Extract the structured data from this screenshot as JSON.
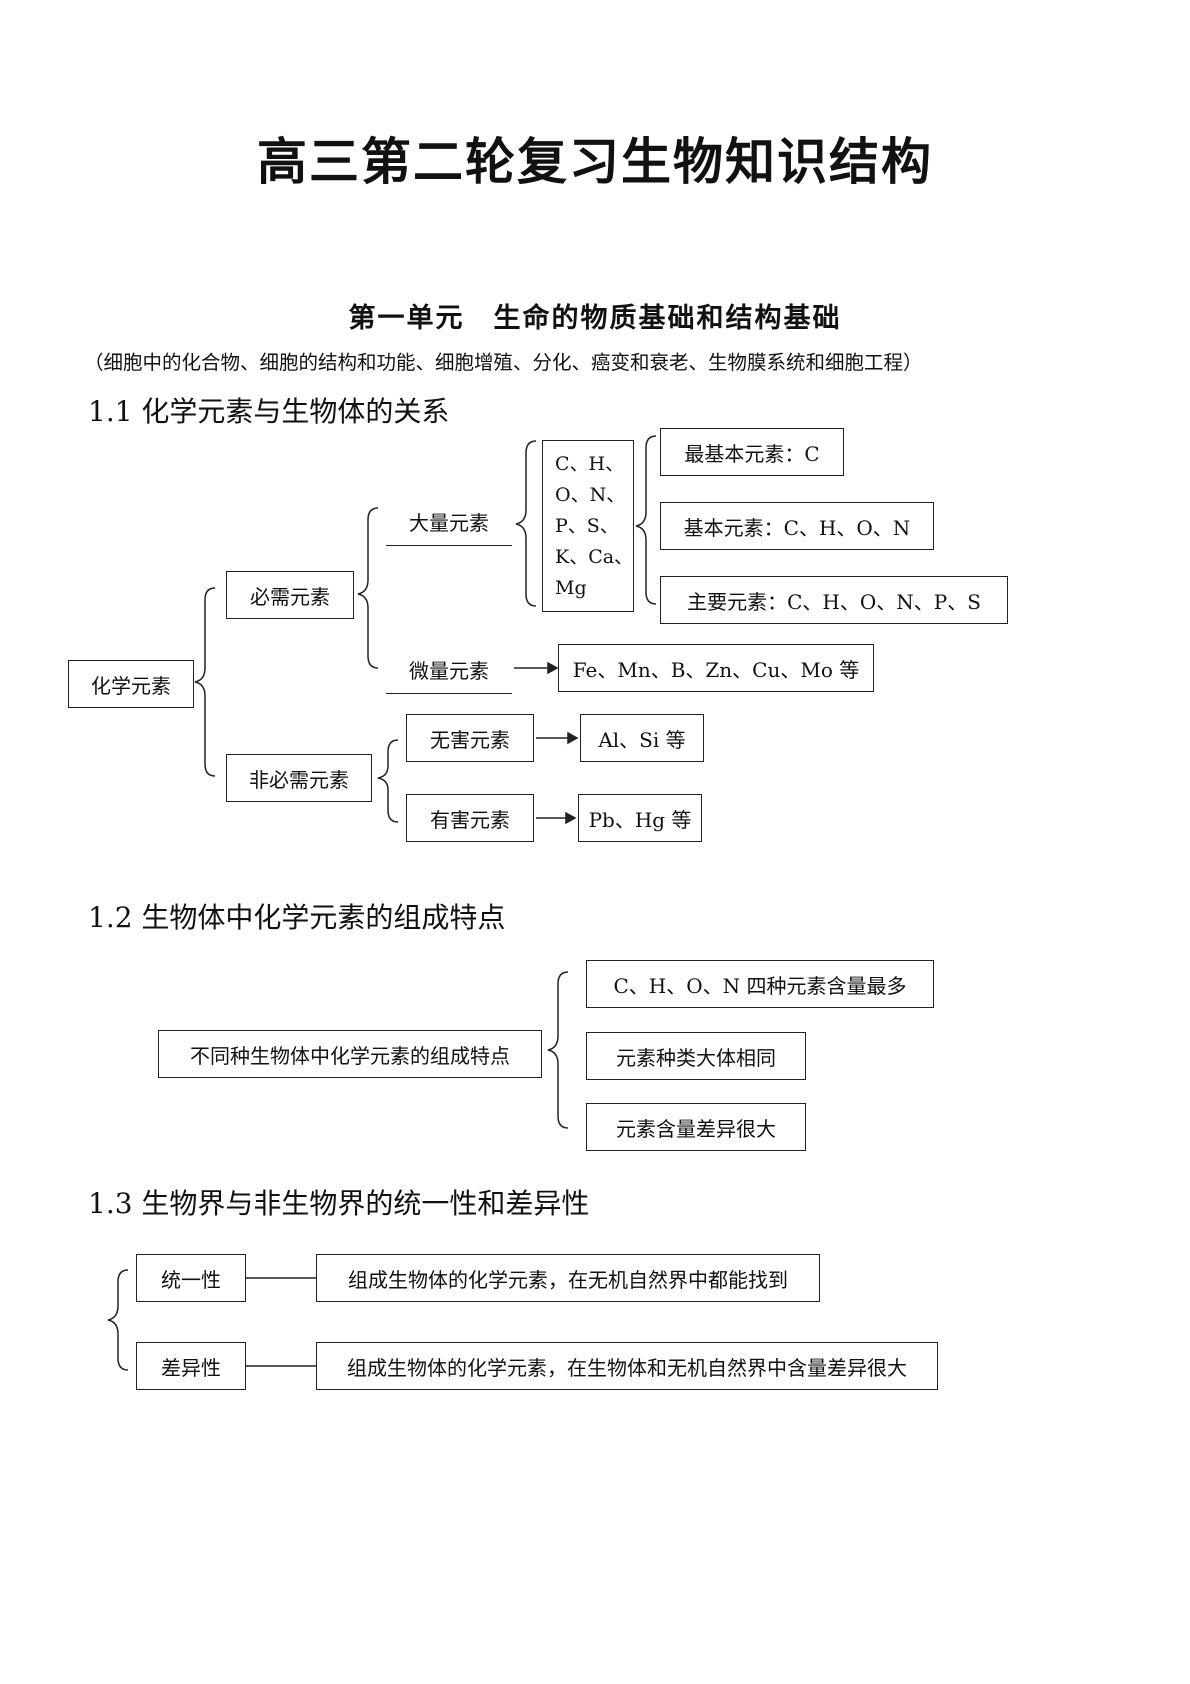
{
  "doc": {
    "title": "高三第二轮复习生物知识结构",
    "unit_title": "第一单元　生命的物质基础和结构基础",
    "unit_subtitle": "（细胞中的化合物、细胞的结构和功能、细胞增殖、分化、癌变和衰老、生物膜系统和细胞工程）"
  },
  "section_1_1": {
    "heading": "1.1 化学元素与生物体的关系",
    "root": "化学元素",
    "essential": "必需元素",
    "nonessential": "非必需元素",
    "macro": "大量元素",
    "micro": "微量元素",
    "macro_list": [
      "C、H、",
      "O、N、",
      "P、S、",
      "K、Ca、",
      "Mg"
    ],
    "most_basic": "最基本元素：C",
    "basic": "基本元素：C、H、O、N",
    "main": "主要元素：C、H、O、N、P、S",
    "micro_list": "Fe、Mn、B、Zn、Cu、Mo 等",
    "harmless": "无害元素",
    "harmless_list": "Al、Si 等",
    "harmful": "有害元素",
    "harmful_list": "Pb、Hg 等"
  },
  "section_1_2": {
    "heading": "1.2 生物体中化学元素的组成特点",
    "root": "不同种生物体中化学元素的组成特点",
    "items": [
      "C、H、O、N 四种元素含量最多",
      "元素种类大体相同",
      "元素含量差异很大"
    ]
  },
  "section_1_3": {
    "heading": "1.3 生物界与非生物界的统一性和差异性",
    "unity": "统一性",
    "unity_desc": "组成生物体的化学元素，在无机自然界中都能找到",
    "diff": "差异性",
    "diff_desc": "组成生物体的化学元素，在生物体和无机自然界中含量差异很大"
  }
}
